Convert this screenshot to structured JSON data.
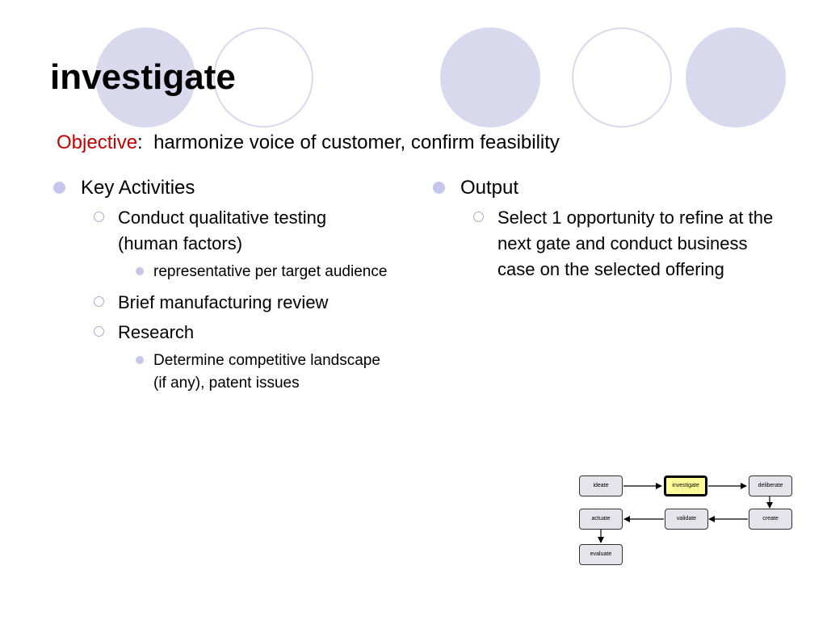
{
  "slide": {
    "title": "investigate",
    "objective": {
      "label": "Objective",
      "separator": ":",
      "text": "harmonize voice of customer, confirm feasibility"
    }
  },
  "key_activities": {
    "heading": "Key Activities",
    "items": [
      {
        "text": "Conduct qualitative testing (human factors)",
        "sub": [
          "representative per target audience"
        ]
      },
      {
        "text": "Brief manufacturing review",
        "sub": []
      },
      {
        "text": "Research",
        "sub": [
          "Determine competitive landscape (if any), patent issues"
        ]
      }
    ]
  },
  "output": {
    "heading": "Output",
    "items": [
      {
        "text": "Select 1 opportunity to refine at the next gate and conduct business case on the selected offering"
      }
    ]
  },
  "process_flow": {
    "current_step": "investigate",
    "steps": [
      "ideate",
      "investigate",
      "deliberate",
      "create",
      "validate",
      "actuate",
      "evaluate"
    ]
  },
  "colors": {
    "objective_label": "#c00000",
    "decor_circle": "#d9d9ee",
    "bullet": "#c6c6ec",
    "active_step_fill": "#ffff99"
  }
}
